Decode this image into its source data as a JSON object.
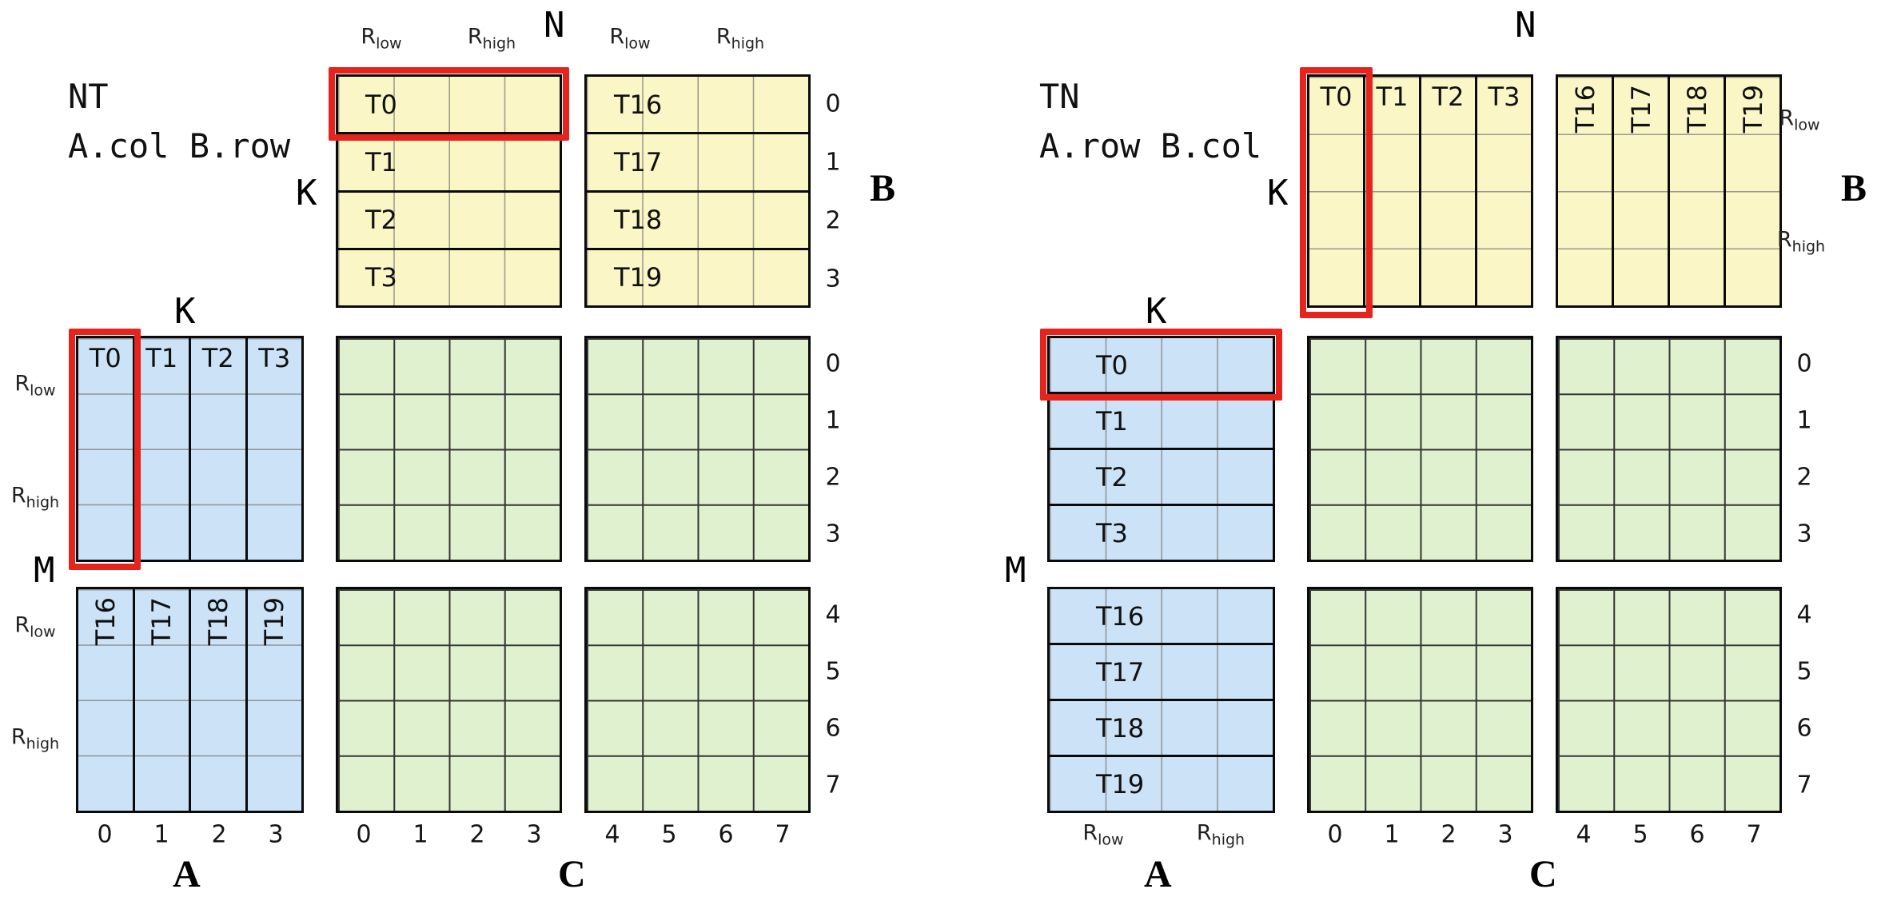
{
  "colors": {
    "matrix_a": "#CBE2F7",
    "matrix_b": "#FAF6C5",
    "matrix_c": "#DFF1CF",
    "highlight": "#E5241D"
  },
  "labels": {
    "r_base": "R",
    "low": "low",
    "high": "high"
  },
  "panels": [
    {
      "name": "NT",
      "subtitle": "A.col B.row",
      "n": "N",
      "k_b": "K",
      "k_a": "K",
      "m": "M",
      "b_label": "B",
      "a_label": "A",
      "c_label": "C",
      "b_threads_1": [
        "T0",
        "T1",
        "T2",
        "T3"
      ],
      "b_threads_2": [
        "T16",
        "T17",
        "T18",
        "T19"
      ],
      "a_threads_1": [
        "T0",
        "T1",
        "T2",
        "T3"
      ],
      "a_threads_2": [
        "T16",
        "T17",
        "T18",
        "T19"
      ],
      "b_row_indices": [
        "0",
        "1",
        "2",
        "3"
      ],
      "a_col_indices": [
        "0",
        "1",
        "2",
        "3"
      ],
      "c_row_indices": [
        "0",
        "1",
        "2",
        "3",
        "4",
        "5",
        "6",
        "7"
      ],
      "c_col_indices": [
        "0",
        "1",
        "2",
        "3",
        "4",
        "5",
        "6",
        "7"
      ]
    },
    {
      "name": "TN",
      "subtitle": "A.row B.col",
      "n": "N",
      "k_b": "K",
      "k_a": "K",
      "m": "M",
      "b_label": "B",
      "a_label": "A",
      "c_label": "C",
      "b_threads_1": [
        "T0",
        "T1",
        "T2",
        "T3"
      ],
      "b_threads_2": [
        "T16",
        "T17",
        "T18",
        "T19"
      ],
      "a_threads_1": [
        "T0",
        "T1",
        "T2",
        "T3"
      ],
      "a_threads_2": [
        "T16",
        "T17",
        "T18",
        "T19"
      ],
      "c_row_indices": [
        "0",
        "1",
        "2",
        "3",
        "4",
        "5",
        "6",
        "7"
      ],
      "c_col_indices": [
        "0",
        "1",
        "2",
        "3",
        "4",
        "5",
        "6",
        "7"
      ]
    }
  ]
}
